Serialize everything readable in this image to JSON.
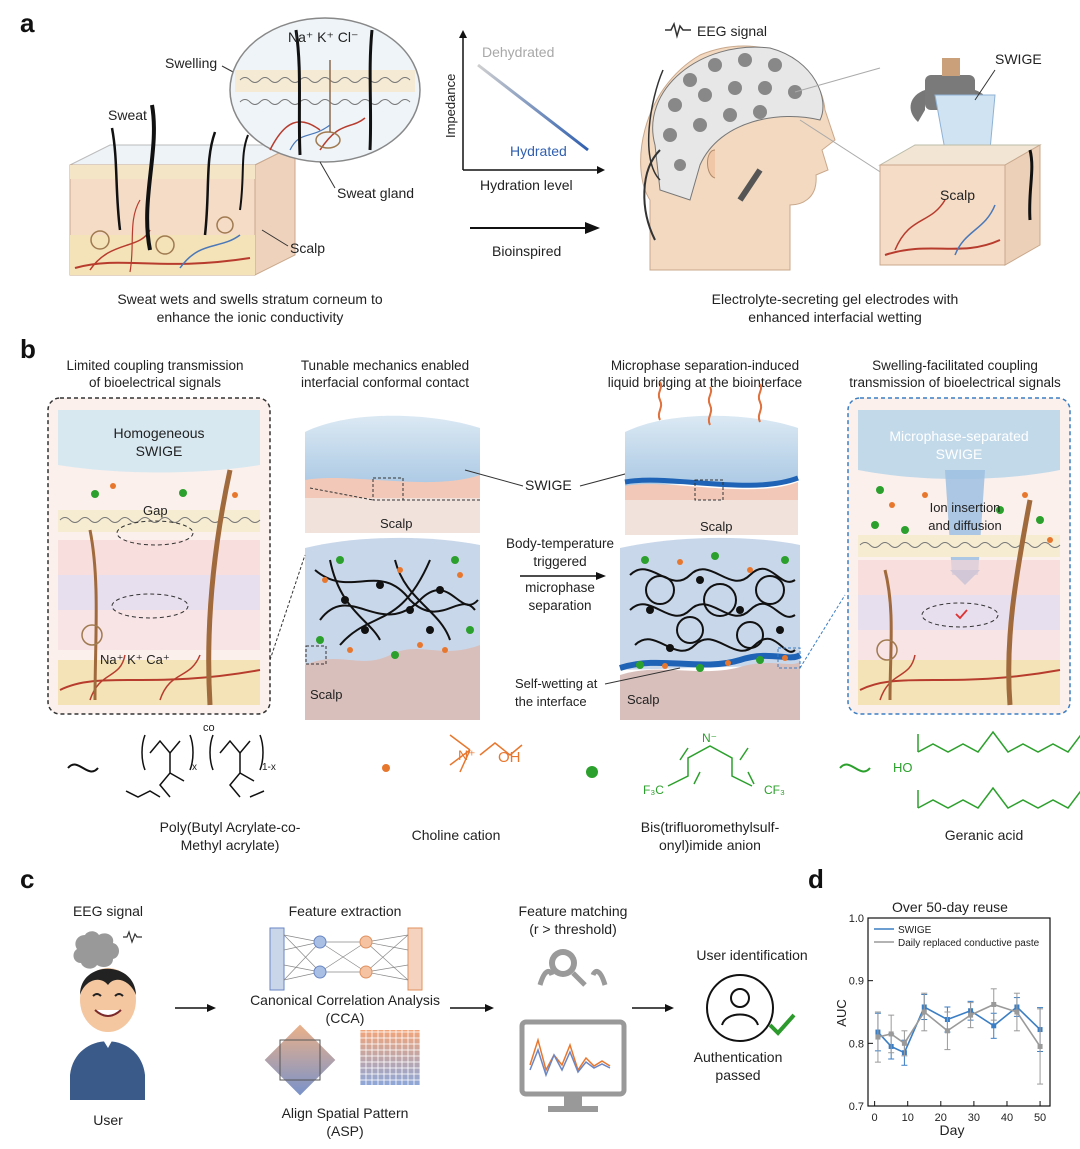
{
  "panels": {
    "a": "a",
    "b": "b",
    "c": "c",
    "d": "d"
  },
  "a": {
    "sweat": "Sweat",
    "swelling": "Swelling",
    "ions": "Na⁺  K⁺  Cl⁻",
    "sweat_gland": "Sweat gland",
    "scalp": "Scalp",
    "caption_left": [
      "Sweat wets and swells stratum corneum to",
      "enhance the ionic conductivity"
    ],
    "axis_y": "Impedance",
    "axis_x": "Hydration level",
    "dehydrated": "Dehydrated",
    "hydrated": "Hydrated",
    "bioinspired": "Bioinspired",
    "eeg_signal": "EEG signal",
    "swige": "SWIGE",
    "scalp_right": "Scalp",
    "caption_right": [
      "Electrolyte-secreting gel electrodes with",
      "enhanced interfacial wetting"
    ]
  },
  "b": {
    "title1": [
      "Limited coupling transmission",
      "of bioelectrical signals"
    ],
    "title2": [
      "Tunable mechanics enabled",
      "interfacial conformal contact"
    ],
    "title3": [
      "Microphase separation-induced",
      "liquid bridging at the biointerface"
    ],
    "title4": [
      "Swelling-facilitated coupling",
      "transmission of bioelectrical signals"
    ],
    "homogeneous": [
      "Homogeneous",
      "SWIGE"
    ],
    "gap": "Gap",
    "ions": "Na⁺  K⁺  Ca⁺",
    "swige": "SWIGE",
    "scalp": "Scalp",
    "trigger": [
      "Body-temperature",
      "triggered",
      "microphase",
      "separation"
    ],
    "self_wetting": [
      "Self-wetting at",
      "the interface"
    ],
    "microphase": [
      "Microphase-separated",
      "SWIGE"
    ],
    "ion_insertion": [
      "Ion insertion",
      "and diffusion"
    ],
    "chem1": [
      "Poly(Butyl Acrylate-co-",
      "Methyl acrylate)"
    ],
    "chem2": "Choline cation",
    "chem3": [
      "Bis(trifluoromethylsulf-",
      "onyl)imide anion"
    ],
    "chem4": "Geranic acid",
    "f3c": "F₃C",
    "cf3": "CF₃",
    "oh": "OH",
    "ho": "HO",
    "co": "co",
    "x": "x",
    "1x": "1-x",
    "n_plus": "N⁺",
    "n_minus": "N⁻"
  },
  "c": {
    "eeg_signal": "EEG signal",
    "user": "User",
    "feature_extraction": "Feature extraction",
    "cca": [
      "Canonical Correlation Analysis",
      "(CCA)"
    ],
    "asp": [
      "Align Spatial Pattern",
      "(ASP)"
    ],
    "feature_matching": "Feature matching",
    "threshold": "(r > threshold)",
    "user_identification": "User identification",
    "auth": [
      "Authentication",
      "passed"
    ]
  },
  "chart_data": {
    "type": "line",
    "title": "Over 50-day reuse",
    "xlabel": "Day",
    "ylabel": "AUC",
    "xlim": [
      -2,
      53
    ],
    "ylim": [
      0.7,
      1.0
    ],
    "xticks": [
      0,
      10,
      20,
      30,
      40,
      50
    ],
    "yticks": [
      0.7,
      0.8,
      0.9,
      1.0
    ],
    "x": [
      1,
      5,
      9,
      15,
      22,
      29,
      36,
      43,
      50
    ],
    "series": [
      {
        "name": "SWIGE",
        "color": "#3b7ec4",
        "values": [
          0.818,
          0.795,
          0.785,
          0.858,
          0.838,
          0.852,
          0.828,
          0.858,
          0.822
        ],
        "errors": [
          0.03,
          0.02,
          0.02,
          0.02,
          0.02,
          0.015,
          0.02,
          0.015,
          0.035
        ]
      },
      {
        "name": "Daily replaced conductive paste",
        "color": "#9a9a9a",
        "values": [
          0.81,
          0.815,
          0.8,
          0.85,
          0.82,
          0.845,
          0.862,
          0.85,
          0.795
        ],
        "errors": [
          0.04,
          0.03,
          0.02,
          0.03,
          0.03,
          0.02,
          0.025,
          0.03,
          0.06
        ]
      }
    ],
    "legend": "top-right",
    "grid": false
  }
}
